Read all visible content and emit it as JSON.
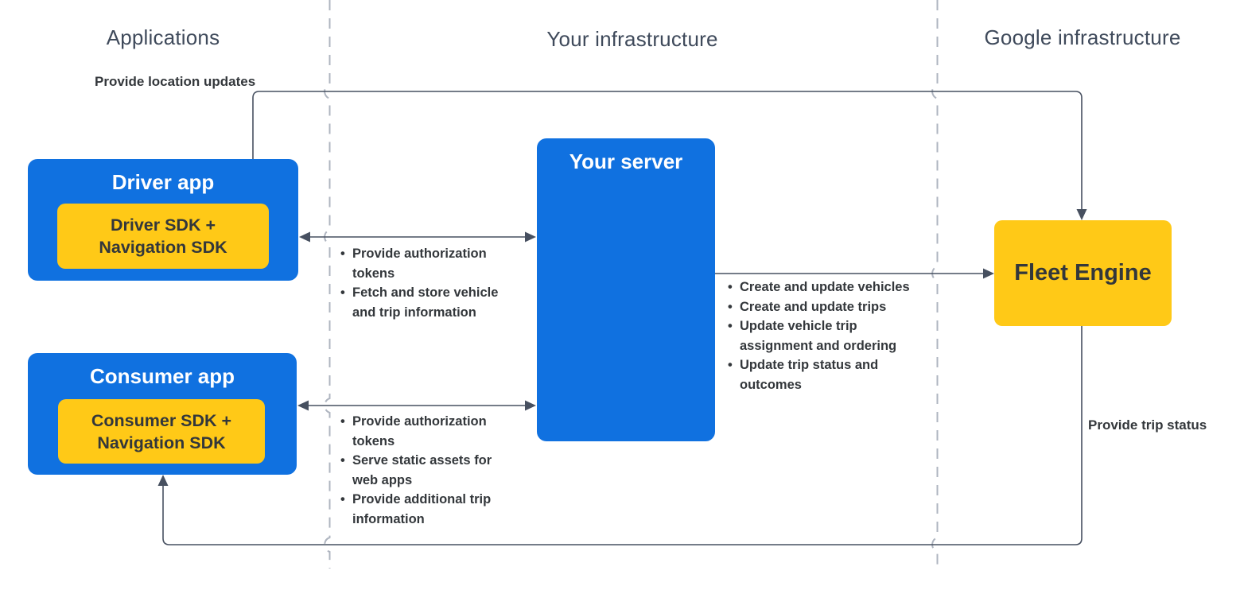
{
  "columns": {
    "applications": {
      "label": "Applications"
    },
    "your_infrastructure": {
      "label": "Your infrastructure"
    },
    "google_infrastructure": {
      "label": "Google infrastructure"
    }
  },
  "nodes": {
    "driver_app": {
      "title": "Driver app",
      "sdk": "Driver SDK + Navigation SDK"
    },
    "consumer_app": {
      "title": "Consumer app",
      "sdk": "Consumer SDK + Navigation SDK"
    },
    "your_server": {
      "title": "Your server"
    },
    "fleet_engine": {
      "title": "Fleet Engine"
    }
  },
  "edges": {
    "location_updates": {
      "label": "Provide location updates"
    },
    "trip_status": {
      "label": "Provide trip status"
    },
    "driver_server": {
      "bullets": [
        "Provide authorization tokens",
        "Fetch and store vehicle and trip information"
      ]
    },
    "server_fleet": {
      "bullets": [
        "Create and update vehicles",
        "Create and update trips",
        "Update vehicle trip assignment and ordering",
        "Update trip status and outcomes"
      ]
    },
    "consumer_server": {
      "bullets": [
        "Provide authorization tokens",
        "Serve static assets for web apps",
        "Provide additional trip information"
      ]
    }
  },
  "colors": {
    "node_blue": "#1071E0",
    "node_yellow": "#FFC917",
    "text_dark": "#33373B",
    "text_white": "#FFFFFF",
    "header_gray": "#3F4A5B",
    "wire": "#475060",
    "boundary_dashed": "#AFB5C0"
  }
}
